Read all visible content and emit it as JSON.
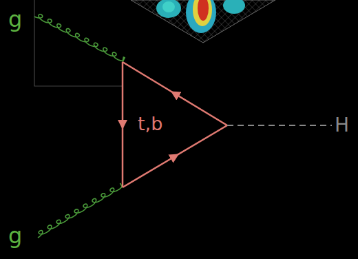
{
  "diagram": {
    "labels": [
      "g",
      "g",
      "t,b",
      "H"
    ]
  }
}
